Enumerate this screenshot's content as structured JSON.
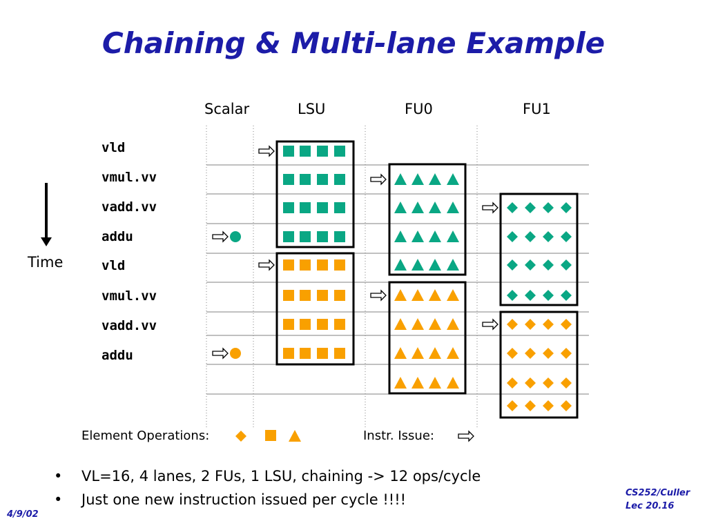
{
  "slide": {
    "title": "Chaining & Multi-lane Example",
    "date": "4/9/02",
    "course": "CS252/Culler",
    "lecture": "Lec 20.16"
  },
  "columns": {
    "scalar": "Scalar",
    "lsu": "LSU",
    "fu0": "FU0",
    "fu1": "FU1"
  },
  "time_label": "Time",
  "instructions": [
    "vld",
    "vmul.vv",
    "vadd.vv",
    "addu",
    "vld",
    "vmul.vv",
    "vadd.vv",
    "addu"
  ],
  "legend": {
    "element_ops": "Element Operations:",
    "instr_issue": "Instr. Issue:"
  },
  "bullets": [
    "VL=16, 4 lanes, 2 FUs, 1 LSU, chaining -> 12 ops/cycle",
    "Just one new instruction issued per cycle !!!!"
  ],
  "colors": {
    "title": "#1c1ca8",
    "teal": "#0aa784",
    "orange": "#f9a000",
    "grid": "#808080"
  },
  "icons": {
    "scalar_op": "circle",
    "lsu_op": "square",
    "fu0_op": "triangle",
    "fu1_op": "diamond",
    "issue": "hollow-arrow"
  }
}
